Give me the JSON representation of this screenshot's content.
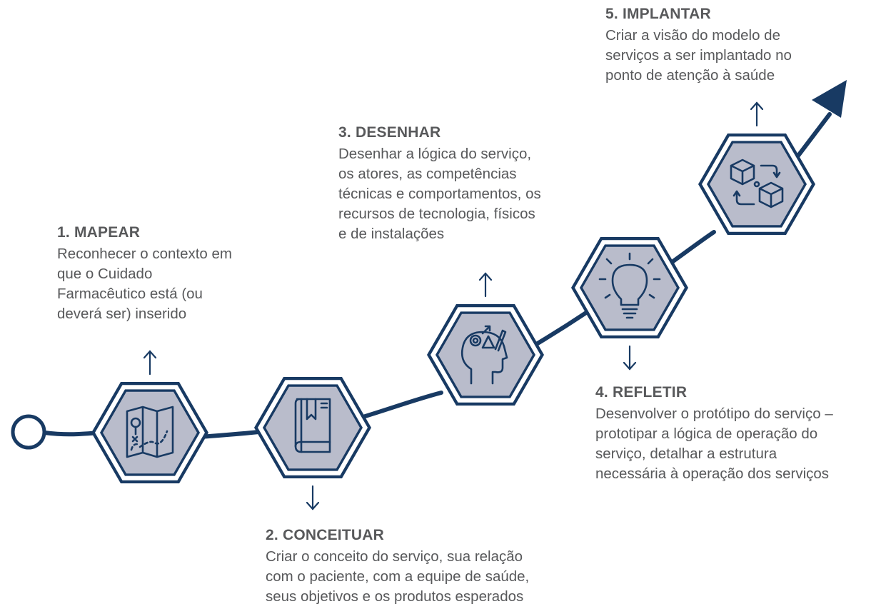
{
  "colors": {
    "navy": "#183a63",
    "hex_fill": "#b9bccb",
    "text": "#58595b"
  },
  "steps": [
    {
      "title": "1. MAPEAR",
      "lines": [
        "Reconhecer o contexto em",
        "que o Cuidado",
        "Farmacêutico está (ou",
        "deverá ser) inserido"
      ],
      "icon": "map-icon",
      "arrow": "up"
    },
    {
      "title": "2. CONCEITUAR",
      "lines": [
        "Criar o conceito do serviço, sua relação",
        "com o paciente, com a equipe de saúde,",
        "seus objetivos e os produtos esperados"
      ],
      "icon": "book-icon",
      "arrow": "down"
    },
    {
      "title": "3. DESENHAR",
      "lines": [
        "Desenhar a lógica do serviço,",
        "os atores, as competências",
        "técnicas e comportamentos, os",
        "recursos de tecnologia, físicos",
        "e de instalações"
      ],
      "icon": "creative-head-icon",
      "arrow": "up"
    },
    {
      "title": "4. REFLETIR",
      "lines": [
        "Desenvolver o protótipo do serviço –",
        "prototipar a lógica de operação do",
        "serviço, detalhar a estrutura",
        "necessária à operação dos serviços"
      ],
      "icon": "lightbulb-icon",
      "arrow": "down"
    },
    {
      "title": "5. IMPLANTAR",
      "lines": [
        "Criar a visão do modelo de",
        "serviços a ser implantado no",
        "ponto de atenção à saúde"
      ],
      "icon": "cubes-cycle-icon",
      "arrow": "up"
    }
  ]
}
